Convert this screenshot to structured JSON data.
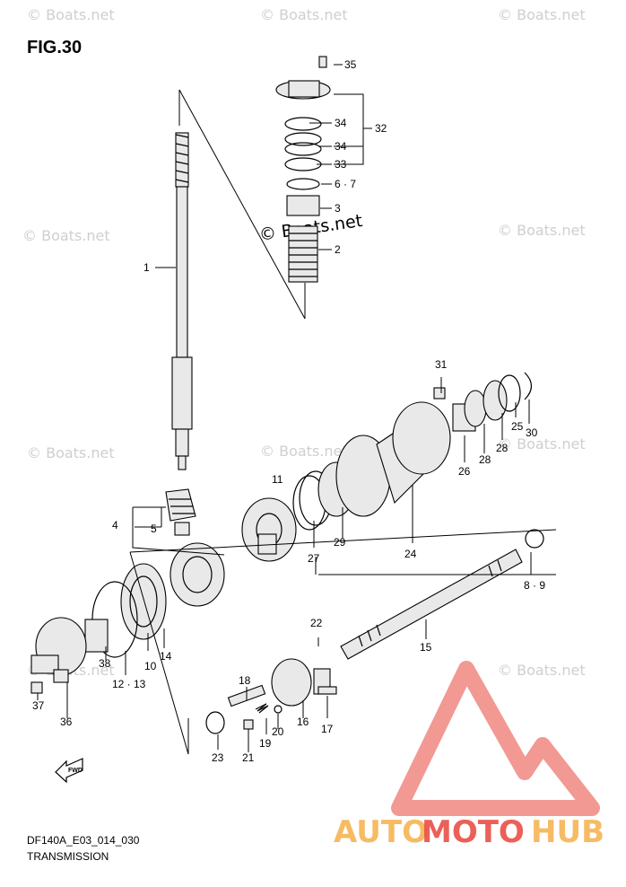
{
  "figure": {
    "title": "FIG.30",
    "code": "DF140A_E03_014_030",
    "name": "TRANSMISSION"
  },
  "watermark": {
    "text": "© Boats.net",
    "center_text": "© Boats.net"
  },
  "brand": {
    "part1": "AUTO",
    "part2": "MOTO",
    "part3": "HUB",
    "color_orange": "#f5b04a",
    "color_red": "#e8453c"
  },
  "callouts": [
    "35",
    "34",
    "32",
    "34",
    "33",
    "6 · 7",
    "3",
    "2",
    "1",
    "31",
    "30",
    "25",
    "28",
    "28",
    "26",
    "24",
    "11",
    "29",
    "27",
    "4",
    "5",
    "8 · 9",
    "15",
    "22",
    "38",
    "37",
    "36",
    "12 · 13",
    "10",
    "14",
    "18",
    "16",
    "17",
    "19",
    "20",
    "21",
    "23"
  ],
  "fwd_label": "FWD"
}
